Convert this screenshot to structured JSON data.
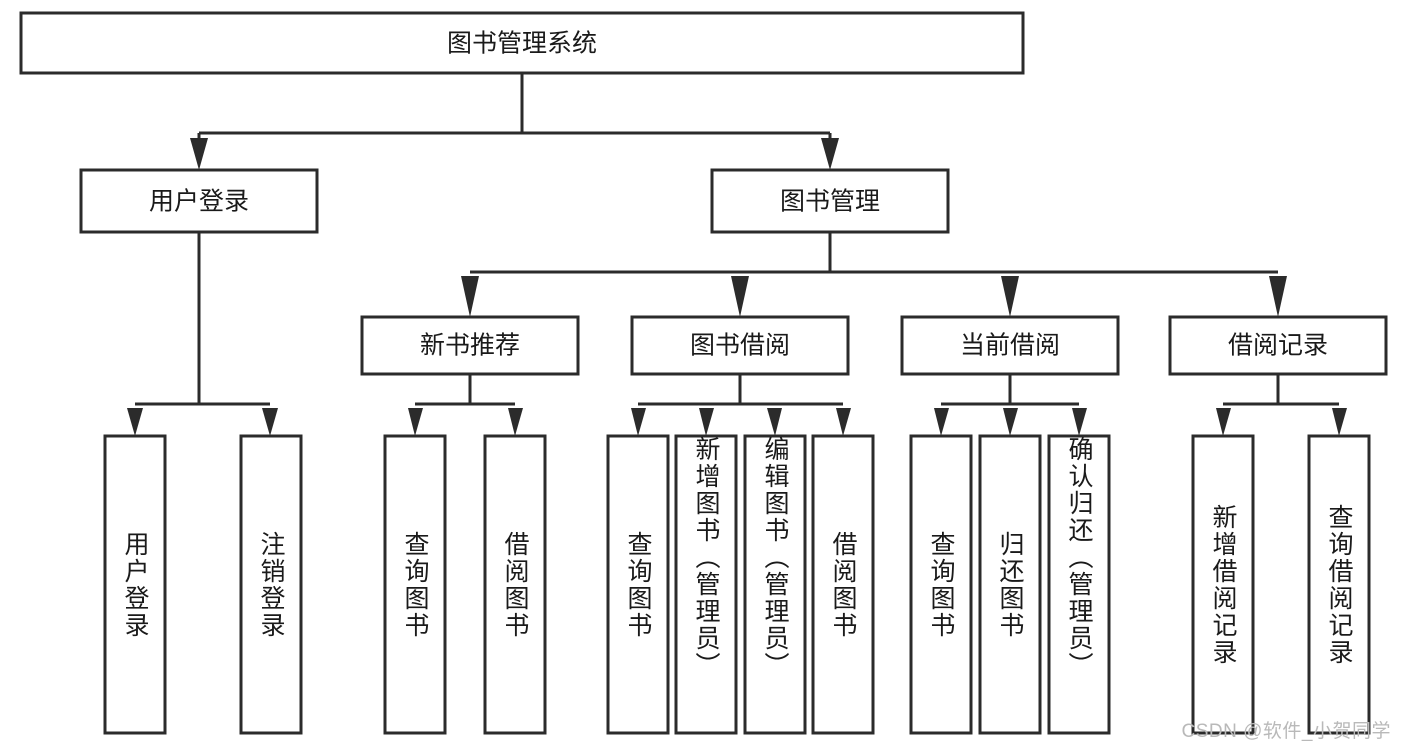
{
  "diagram": {
    "title": "图书管理系统",
    "type": "tree",
    "colors": {
      "stroke": "#2b2b2b",
      "fill": "#ffffff",
      "text": "#1a1a1a",
      "watermark": "#b9b9b9",
      "background": "#ffffff"
    },
    "root": {
      "label": "图书管理系统"
    },
    "level2": [
      {
        "label": "用户登录"
      },
      {
        "label": "图书管理"
      }
    ],
    "level3": [
      {
        "label": "新书推荐"
      },
      {
        "label": "图书借阅"
      },
      {
        "label": "当前借阅"
      },
      {
        "label": "借阅记录"
      }
    ],
    "leaves": {
      "user_login": [
        {
          "label": "用户登录"
        },
        {
          "label": "注销登录"
        }
      ],
      "new_book_recommend": [
        {
          "label": "查询图书"
        },
        {
          "label": "借阅图书"
        }
      ],
      "book_borrow": [
        {
          "label": "查询图书"
        },
        {
          "label": "新增图书（管理员）"
        },
        {
          "label": "编辑图书（管理员）"
        },
        {
          "label": "借阅图书"
        }
      ],
      "current_borrow": [
        {
          "label": "查询图书"
        },
        {
          "label": "归还图书"
        },
        {
          "label": "确认归还（管理员）"
        }
      ],
      "borrow_record": [
        {
          "label": "新增借阅记录"
        },
        {
          "label": "查询借阅记录"
        }
      ]
    }
  },
  "watermark": {
    "text": "CSDN @软件_小贺同学"
  }
}
